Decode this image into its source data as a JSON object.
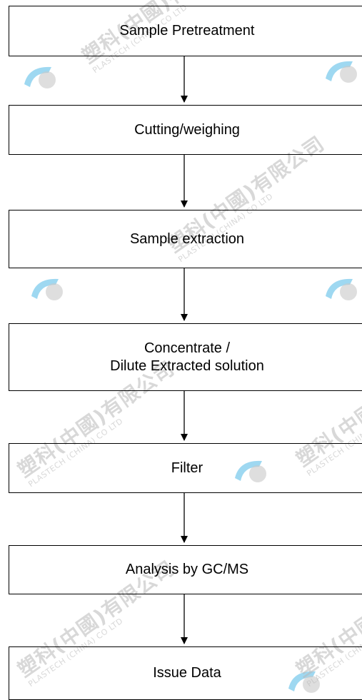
{
  "flow": {
    "steps": [
      {
        "label": "Sample Pretreatment"
      },
      {
        "label": "Cutting/weighing"
      },
      {
        "label": "Sample extraction"
      },
      {
        "label_lines": [
          "Concentrate /",
          "Dilute Extracted solution"
        ]
      },
      {
        "label": "Filter"
      },
      {
        "label": "Analysis by GC/MS"
      },
      {
        "label": "Issue Data"
      }
    ]
  },
  "watermark": {
    "cn": "塑科(中國)有限公司",
    "en": "PLASTECH (CHINA) CO LTD",
    "logo_colors": {
      "ring": "#29a9e1",
      "dot": "#c8c8c8"
    }
  },
  "colors": {
    "stroke": "#000000",
    "background": "#ffffff"
  }
}
